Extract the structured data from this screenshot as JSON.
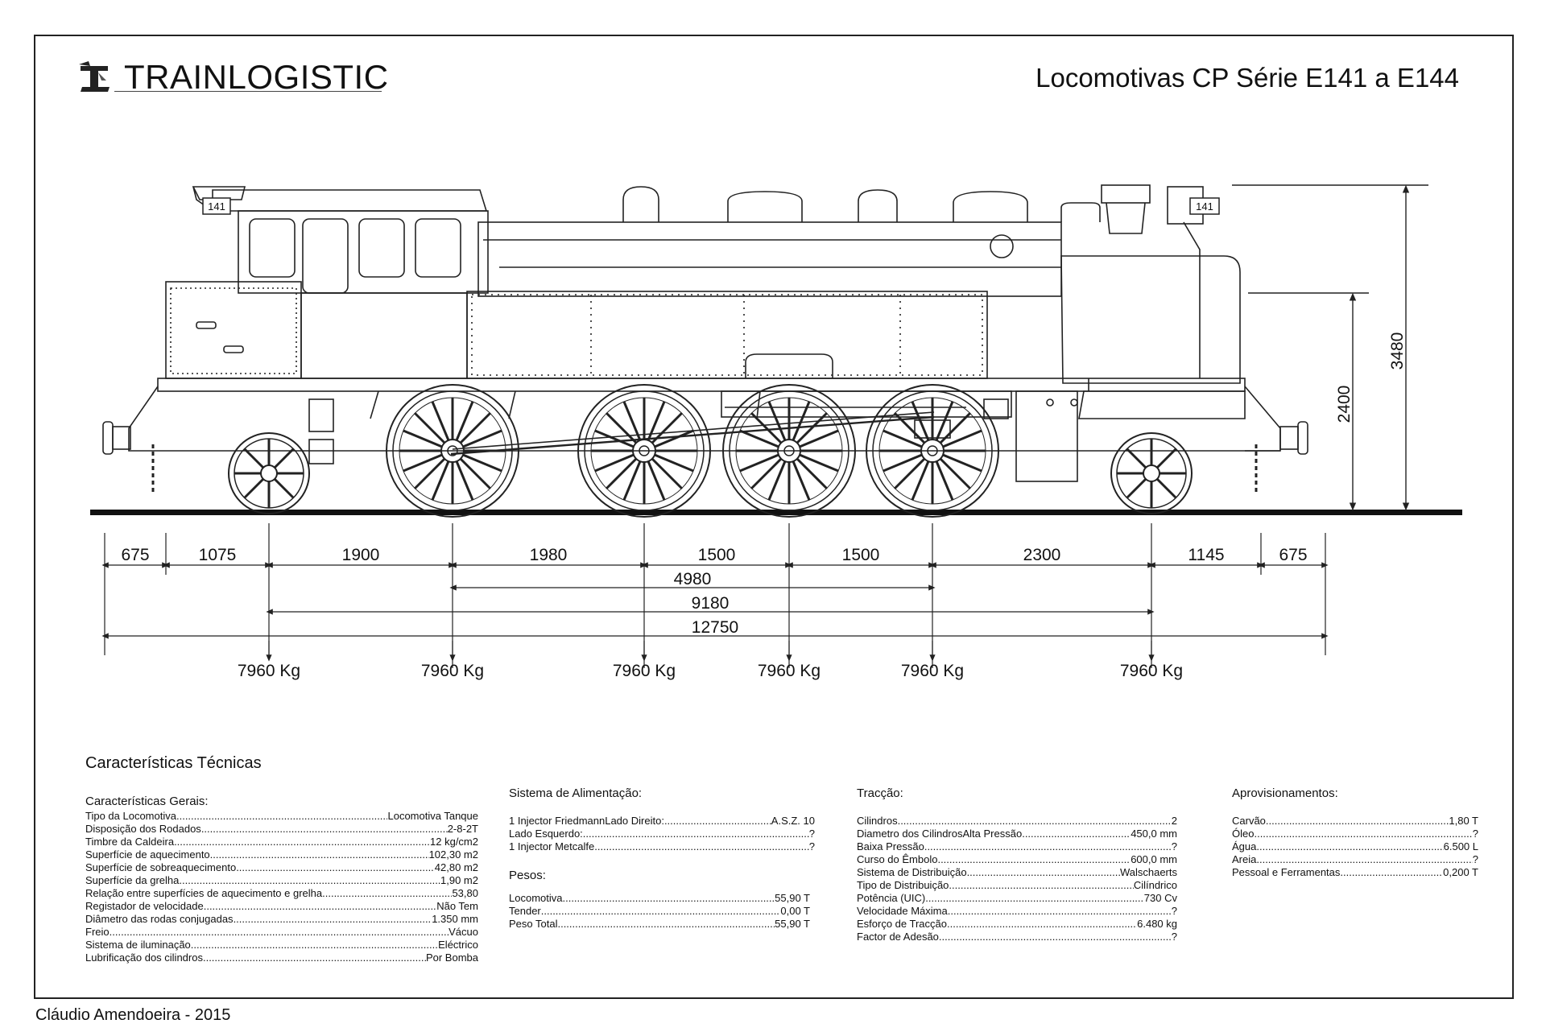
{
  "brand": {
    "name": "TRAINLOGISTIC"
  },
  "title": "Locomotivas CP Série E141 a E144",
  "author": "Cláudio Amendoeira - 2015",
  "plates": {
    "left": "141",
    "right": "141"
  },
  "dimensions": {
    "row1": [
      "675",
      "1075",
      "1900",
      "1980",
      "1500",
      "1500",
      "2300",
      "1145",
      "675"
    ],
    "span_4980": "4980",
    "span_9180": "9180",
    "span_12750": "12750",
    "height_total": "3480",
    "height_body": "2400"
  },
  "axle_loads": [
    "7960 Kg",
    "7960 Kg",
    "7960 Kg",
    "7960 Kg",
    "7960 Kg",
    "7960 Kg"
  ],
  "specs": {
    "heading": "Características Técnicas",
    "gerais": {
      "title": "Características Gerais:",
      "rows": [
        {
          "label": "Tipo da Locomotiva",
          "value": "Locomotiva Tanque"
        },
        {
          "label": "Disposição dos Rodados",
          "value": "2-8-2T"
        },
        {
          "label": "Timbre da Caldeira",
          "value": "12 kg/cm2"
        },
        {
          "label": "Superfície de aquecimento",
          "value": "102,30 m2"
        },
        {
          "label": "Superfície de sobreaquecimento",
          "value": "42,80 m2"
        },
        {
          "label": "Superfície da grelha",
          "value": "1,90 m2"
        },
        {
          "label": "Relação entre superfícies de aquecimento e grelha",
          "value": "53,80"
        },
        {
          "label": "Registador de velocidade",
          "value": "Não Tem"
        },
        {
          "label": "Diâmetro das rodas conjugadas",
          "value": "1.350 mm"
        },
        {
          "label": "Freio",
          "value": "Vácuo"
        },
        {
          "label": "Sistema de iluminação",
          "value": "Eléctrico"
        },
        {
          "label": "Lubrificação dos cilindros",
          "value": "Por Bomba"
        }
      ]
    },
    "alimentacao": {
      "title": "Sistema de Alimentação:",
      "rows": [
        {
          "label": "1 Injector FriedmannLado Direito: ",
          "value": "A.S.Z. 10"
        },
        {
          "label": "Lado Esquerdo:",
          "value": " ?"
        },
        {
          "label": "1 Injector Metcalfe",
          "value": " ?"
        }
      ]
    },
    "pesos": {
      "title": "Pesos:",
      "rows": [
        {
          "label": "Locomotiva",
          "value": "55,90 T"
        },
        {
          "label": "Tender",
          "value": "0,00 T"
        },
        {
          "label": "Peso Total",
          "value": "55,90 T"
        }
      ]
    },
    "traccao": {
      "title": "Tracção:",
      "rows": [
        {
          "label": "Cilindros",
          "value": "2"
        },
        {
          "label": "Diametro dos CilindrosAlta Pressão",
          "value": "450,0 mm"
        },
        {
          "label": "Baixa Pressão",
          "value": " ?"
        },
        {
          "label": "Curso do Êmbolo",
          "value": "600,0 mm"
        },
        {
          "label": "Sistema de Distribuição",
          "value": "Walschaerts"
        },
        {
          "label": "Tipo de Distribuição",
          "value": "Cilíndrico"
        },
        {
          "label": "Potência (UIC)",
          "value": "730 Cv"
        },
        {
          "label": "Velocidade Máxima",
          "value": " ?"
        },
        {
          "label": "Esforço de Tracção",
          "value": "6.480 kg"
        },
        {
          "label": "Factor de Adesão",
          "value": " ?"
        }
      ]
    },
    "aprovisionamentos": {
      "title": "Aprovisionamentos:",
      "rows": [
        {
          "label": "Carvão",
          "value": "1,80 T"
        },
        {
          "label": "Óleo",
          "value": " ?"
        },
        {
          "label": "Água",
          "value": "6.500 L"
        },
        {
          "label": "Areia",
          "value": "?"
        },
        {
          "label": "Pessoal e Ferramentas",
          "value": "0,200 T"
        }
      ]
    }
  }
}
